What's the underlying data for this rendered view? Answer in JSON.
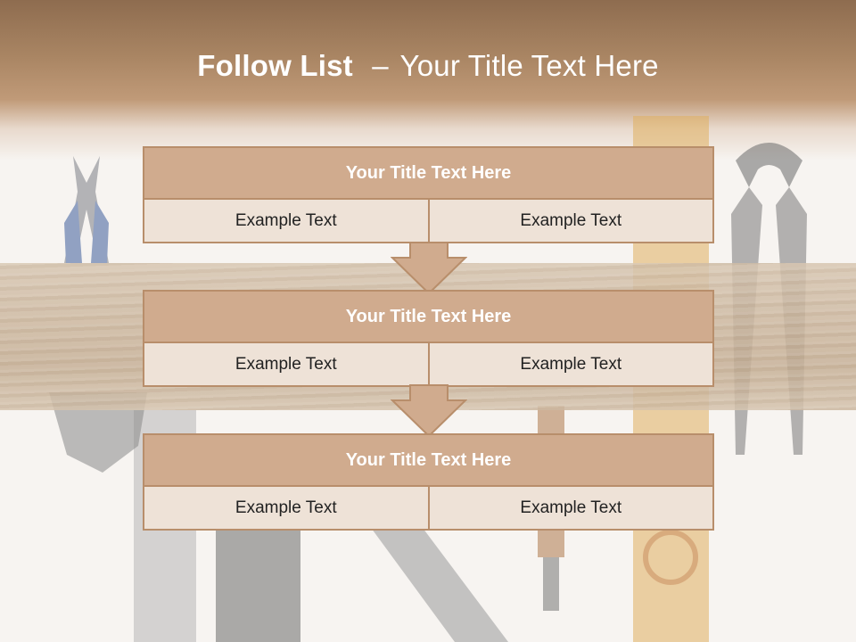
{
  "slide": {
    "title_bold": "Follow List",
    "title_dash": "–",
    "title_rest": "Your Title Text Here",
    "blocks": [
      {
        "title": "Your Title Text Here",
        "left": "Example Text",
        "right": "Example Text"
      },
      {
        "title": "Your Title Text Here",
        "left": "Example Text",
        "right": "Example Text"
      },
      {
        "title": "Your Title Text Here",
        "left": "Example Text",
        "right": "Example Text"
      }
    ]
  },
  "colors": {
    "header": "#a98563",
    "block_border": "#b88e6b",
    "block_head": "#d0ab8e",
    "block_cell": "#eee2d7"
  }
}
